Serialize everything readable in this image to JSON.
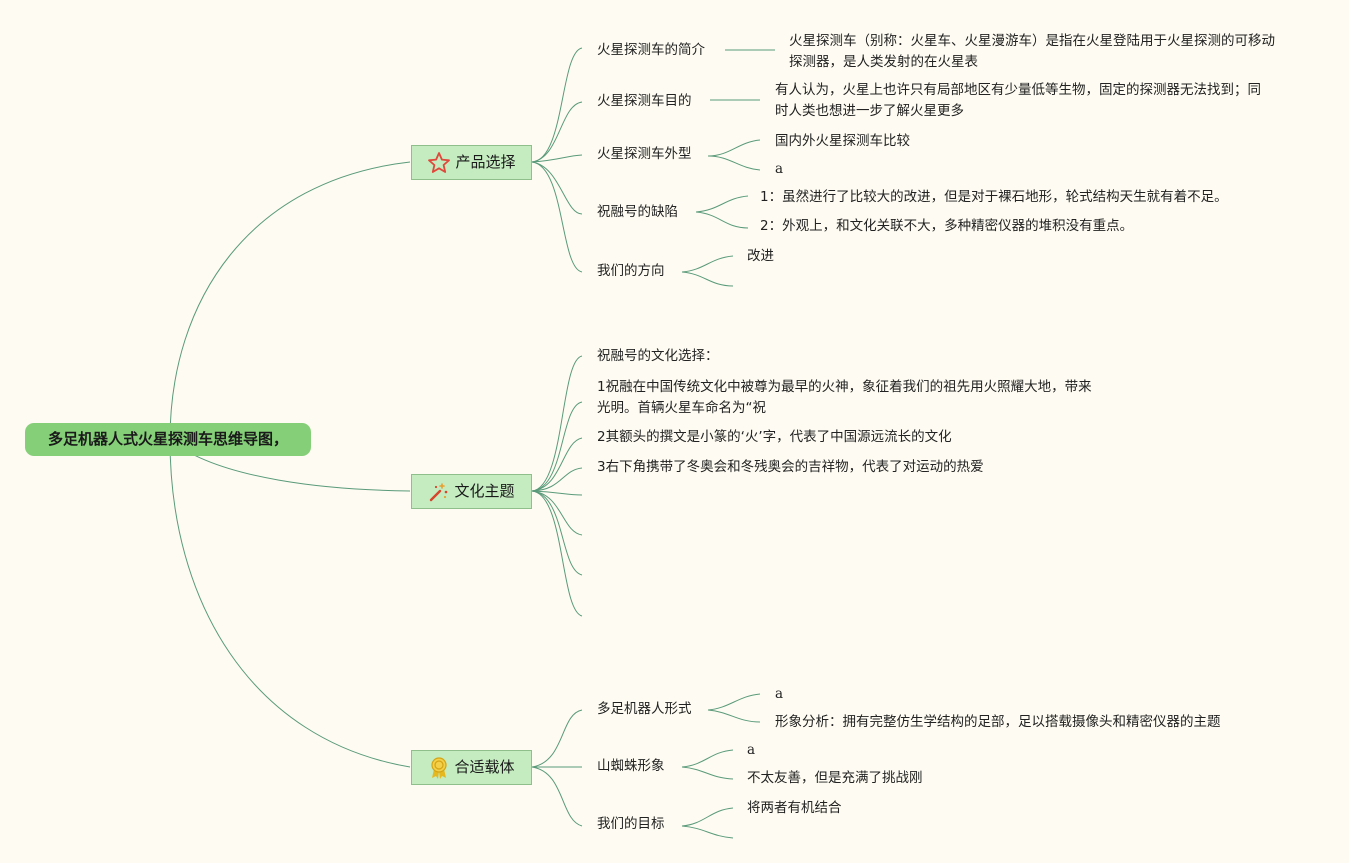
{
  "root": {
    "title": "多足机器人式火星探测车思维导图，"
  },
  "branches": {
    "product": {
      "label": "产品选择",
      "icon": "star-icon",
      "topics": {
        "intro": {
          "label": "火星探测车的简介",
          "detail": "火星探测车（别称：火星车、火星漫游车）是指在火星登陆用于火星探测的可移动探测器，是人类发射的在火星表"
        },
        "purpose": {
          "label": "火星探测车目的",
          "detail": "有人认为，火星上也许只有局部地区有少量低等生物，固定的探测器无法找到；同时人类也想进一步了解火星更多"
        },
        "shape": {
          "label": "火星探测车外型",
          "items": [
            "国内外火星探测车比较",
            "a"
          ]
        },
        "flaws": {
          "label": "祝融号的缺陷",
          "items": [
            "1：虽然进行了比较大的改进，但是对于裸石地形，轮式结构天生就有着不足。",
            "2：外观上，和文化关联不大，多种精密仪器的堆积没有重点。"
          ]
        },
        "direction": {
          "label": "我们的方向",
          "items": [
            "改进"
          ]
        }
      }
    },
    "culture": {
      "label": "文化主题",
      "icon": "magic-wand-icon",
      "items": [
        "祝融号的文化选择：",
        "1祝融在中国传统文化中被尊为最早的火神，象征着我们的祖先用火照耀大地，带来光明。首辆火星车命名为“祝",
        "2其额头的撰文是小篆的‘火’字，代表了中国源远流长的文化",
        "3右下角携带了冬奥会和冬残奥会的吉祥物，代表了对运动的热爱"
      ]
    },
    "carrier": {
      "label": "合适载体",
      "icon": "award-medal-icon",
      "topics": {
        "multileg": {
          "label": "多足机器人形式",
          "items": [
            "a",
            "形象分析：拥有完整仿生学结构的足部，足以搭载摄像头和精密仪器的主题"
          ]
        },
        "spider": {
          "label": "山蜘蛛形象",
          "items": [
            "a",
            "不太友善，但是充满了挑战刚"
          ]
        },
        "goal": {
          "label": "我们的目标",
          "items": [
            "将两者有机结合"
          ]
        }
      }
    }
  },
  "colors": {
    "background": "#fefcf2",
    "root": "#85cf78",
    "branch": "#c4ecc0",
    "line": "#5a9a7a",
    "star": "#e0483c",
    "wand": "#d8442c",
    "medal": "#e6b820"
  }
}
